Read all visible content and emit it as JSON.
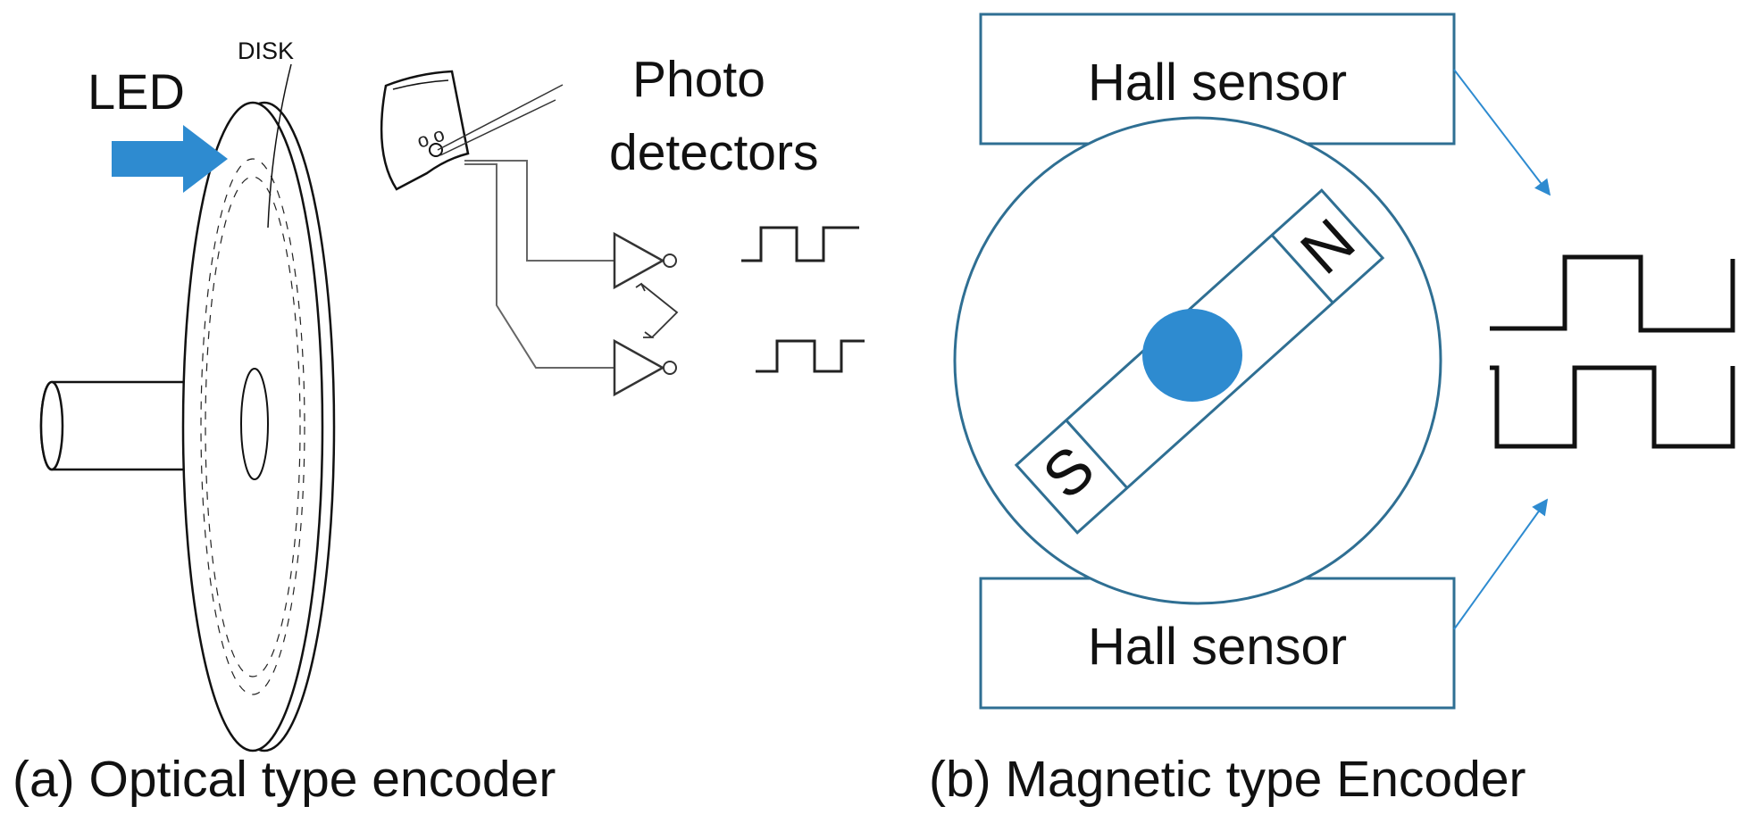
{
  "optical": {
    "led_label": "LED",
    "disk_label": "DISK",
    "photo_label_line1": "Photo",
    "photo_label_line2": "detectors",
    "caption": "(a) Optical type encoder"
  },
  "magnetic": {
    "hall_top": "Hall sensor",
    "hall_bottom": "Hall sensor",
    "pole_n": "N",
    "pole_s": "S",
    "caption": "(b) Magnetic type Encoder"
  },
  "colors": {
    "accent_blue": "#2e8bd0",
    "box_border": "#2f6f93",
    "line": "#111111",
    "thin_line": "#555555"
  },
  "icons": {
    "led_arrow": "right-arrow-icon",
    "pointer": "diagonal-arrow-icon"
  }
}
